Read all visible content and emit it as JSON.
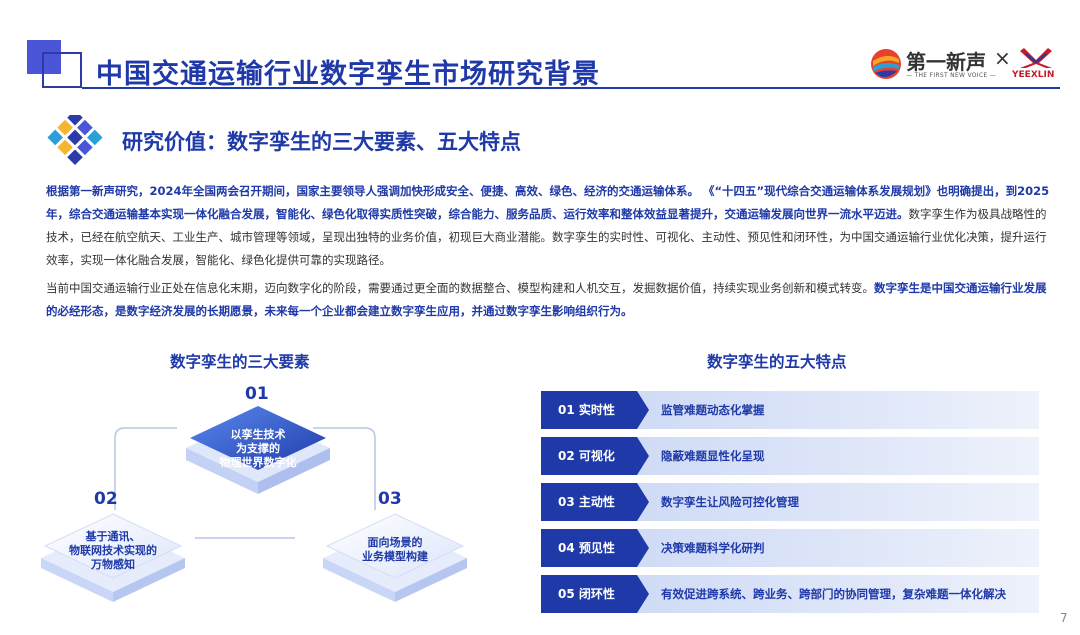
{
  "header": {
    "title": "中国交通运输行业数字孪生市场研究背景",
    "logo_cn": "第一新声",
    "logo_sub": "— THE FIRST NEW VOICE —",
    "logo_x": "×",
    "logo_partner": "YEEXLIN"
  },
  "section": {
    "title": "研究价值：数字孪生的三大要素、五大特点"
  },
  "paragraphs": {
    "p1_bold": "根据第一新声研究，2024年全国两会召开期间，国家主要领导人强调加快形成安全、便捷、高效、绿色、经济的交通运输体系。 《“十四五”现代综合交通运输体系发展规划》也明确提出，到2025年，综合交通运输基本实现一体化融合发展，智能化、绿色化取得实质性突破，综合能力、服务品质、运行效率和整体效益显著提升，交通运输发展向世界一流水平迈进。",
    "p1_rest": "数字孪生作为极具战略性的技术，已经在航空航天、工业生产、城市管理等领域，呈现出独特的业务价值，初现巨大商业潜能。数字孪生的实时性、可视化、主动性、预见性和闭环性，为中国交通运输行业优化决策，提升运行效率，实现一体化融合发展，智能化、绿色化提供可靠的实现路径。",
    "p2_rest": "当前中国交通运输行业正处在信息化末期，迈向数字化的阶段，需要通过更全面的数据整合、模型构建和人机交互，发掘数据价值，持续实现业务创新和模式转变。",
    "p2_bold": "数字孪生是中国交通运输行业发展的必经形态，是数字经济发展的长期愿景，未来每一个企业都会建立数字孪生应用，并通过数字孪生影响组织行为。"
  },
  "elements": {
    "title": "数字孪生的三大要素",
    "items": [
      {
        "num": "01",
        "text": "以孪生技术\n为支撑的\n物理世界数字化"
      },
      {
        "num": "02",
        "text": "基于通讯、\n物联网技术实现的\n万物感知"
      },
      {
        "num": "03",
        "text": "面向场景的\n业务模型构建"
      }
    ]
  },
  "features": {
    "title": "数字孪生的五大特点",
    "items": [
      {
        "tag": "01  实时性",
        "desc": "监管难题动态化掌握"
      },
      {
        "tag": "02  可视化",
        "desc": "隐蔽难题显性化呈现"
      },
      {
        "tag": "03  主动性",
        "desc": "数字孪生让风险可控化管理"
      },
      {
        "tag": "04  预见性",
        "desc": "决策难题科学化研判"
      },
      {
        "tag": "05  闭环性",
        "desc": "有效促进跨系统、跨业务、跨部门的协同管理，复杂难题一体化解决"
      }
    ]
  },
  "page_number": "7",
  "colors": {
    "primary": "#1f3aa8",
    "accent": "#4a55d8",
    "band": "#dde5f8"
  }
}
